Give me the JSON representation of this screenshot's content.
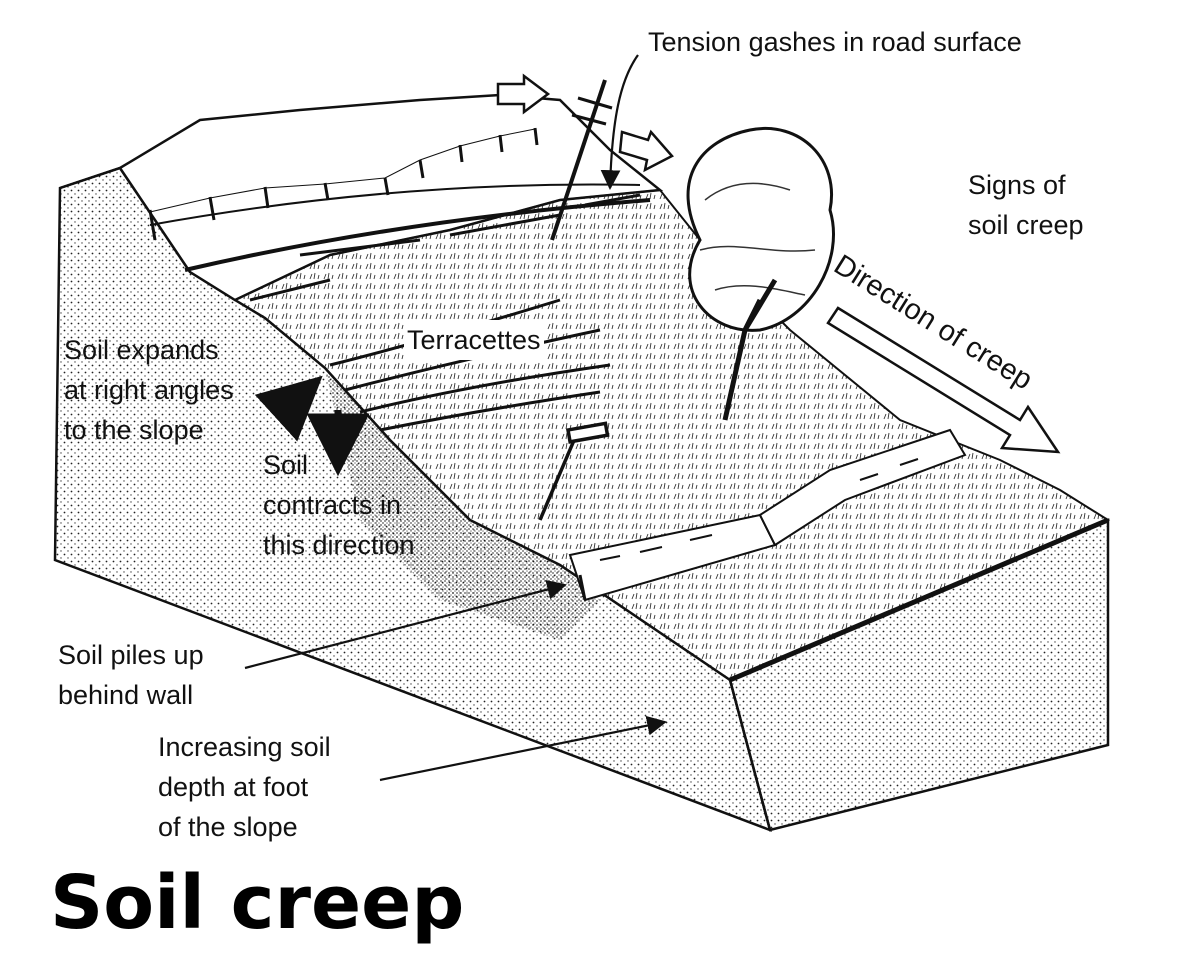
{
  "labels": {
    "tension": "Tension gashes in road surface",
    "signs": "Signs of\nsoil creep",
    "direction": "Direction of creep",
    "expands": "Soil expands\nat right angles\nto the slope",
    "terracettes": "Terracettes",
    "contracts": "Soil\ncontracts in\nthis direction",
    "piles": "Soil piles up\nbehind wall",
    "depth": "Increasing soil\ndepth at foot\nof the slope"
  },
  "title": "Soil creep",
  "colors": {
    "ink": "#111111",
    "paper": "#ffffff"
  }
}
